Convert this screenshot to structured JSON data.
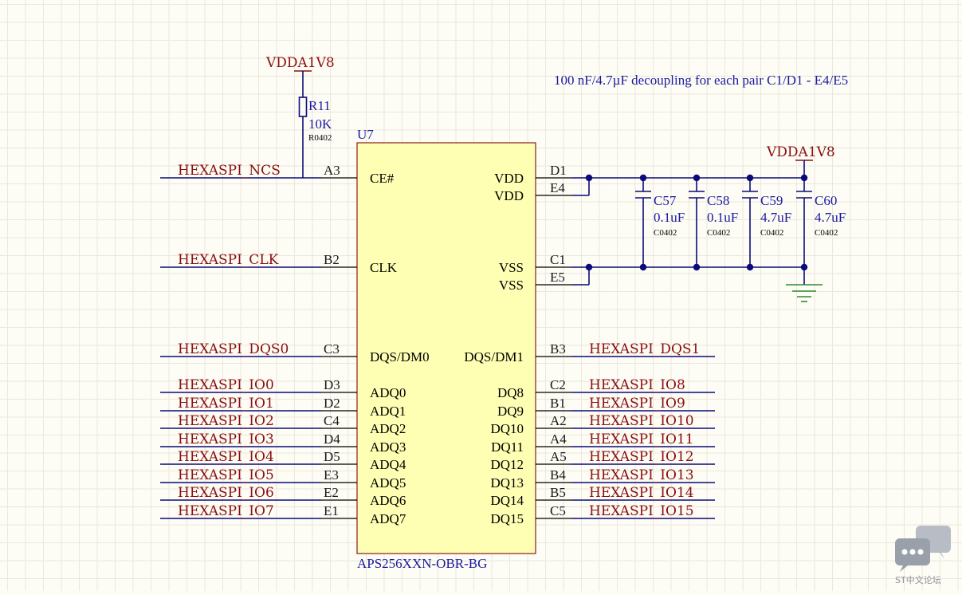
{
  "note": "100 nF/4.7µF decoupling  for each pair C1/D1 - E4/E5",
  "power": {
    "top": "VDDA1V8",
    "right": "VDDA1V8"
  },
  "resistor": {
    "ref": "R11",
    "value": "10K",
    "package": "R0402"
  },
  "ic": {
    "ref": "U7",
    "part": "APS256XXN-OBR-BG",
    "left_pins": [
      {
        "net": "HEXASPI_NCS",
        "num": "A3",
        "name": "CE#"
      },
      {
        "net": "HEXASPI_CLK",
        "num": "B2",
        "name": "CLK"
      },
      {
        "net": "HEXASPI_DQS0",
        "num": "C3",
        "name": "DQS/DM0"
      },
      {
        "net": "HEXASPI_IO0",
        "num": "D3",
        "name": "ADQ0"
      },
      {
        "net": "HEXASPI_IO1",
        "num": "D2",
        "name": "ADQ1"
      },
      {
        "net": "HEXASPI_IO2",
        "num": "C4",
        "name": "ADQ2"
      },
      {
        "net": "HEXASPI_IO3",
        "num": "D4",
        "name": "ADQ3"
      },
      {
        "net": "HEXASPI_IO4",
        "num": "D5",
        "name": "ADQ4"
      },
      {
        "net": "HEXASPI_IO5",
        "num": "E3",
        "name": "ADQ5"
      },
      {
        "net": "HEXASPI_IO6",
        "num": "E2",
        "name": "ADQ6"
      },
      {
        "net": "HEXASPI_IO7",
        "num": "E1",
        "name": "ADQ7"
      }
    ],
    "right_pins": [
      {
        "name": "VDD",
        "num": "D1",
        "net": ""
      },
      {
        "name": "VDD",
        "num": "E4",
        "net": ""
      },
      {
        "name": "VSS",
        "num": "C1",
        "net": ""
      },
      {
        "name": "VSS",
        "num": "E5",
        "net": ""
      },
      {
        "name": "DQS/DM1",
        "num": "B3",
        "net": "HEXASPI_DQS1"
      },
      {
        "name": "DQ8",
        "num": "C2",
        "net": "HEXASPI_IO8"
      },
      {
        "name": "DQ9",
        "num": "B1",
        "net": "HEXASPI_IO9"
      },
      {
        "name": "DQ10",
        "num": "A2",
        "net": "HEXASPI_IO10"
      },
      {
        "name": "DQ11",
        "num": "A4",
        "net": "HEXASPI_IO11"
      },
      {
        "name": "DQ12",
        "num": "A5",
        "net": "HEXASPI_IO12"
      },
      {
        "name": "DQ13",
        "num": "B4",
        "net": "HEXASPI_IO13"
      },
      {
        "name": "DQ14",
        "num": "B5",
        "net": "HEXASPI_IO14"
      },
      {
        "name": "DQ15",
        "num": "C5",
        "net": "HEXASPI_IO15"
      }
    ]
  },
  "capacitors": [
    {
      "ref": "C57",
      "value": "0.1uF",
      "package": "C0402"
    },
    {
      "ref": "C58",
      "value": "0.1uF",
      "package": "C0402"
    },
    {
      "ref": "C59",
      "value": "4.7uF",
      "package": "C0402"
    },
    {
      "ref": "C60",
      "value": "4.7uF",
      "package": "C0402"
    }
  ],
  "watermark": {
    "label": "ST中文论坛",
    "icon": "chat-bubbles-icon"
  },
  "colors": {
    "net_label": "#8b0f0f",
    "wire": "#0b0b7a",
    "ic_fill": "#ffffb4",
    "ic_border": "#8b1a1a",
    "ground": "#2e8b2e"
  }
}
